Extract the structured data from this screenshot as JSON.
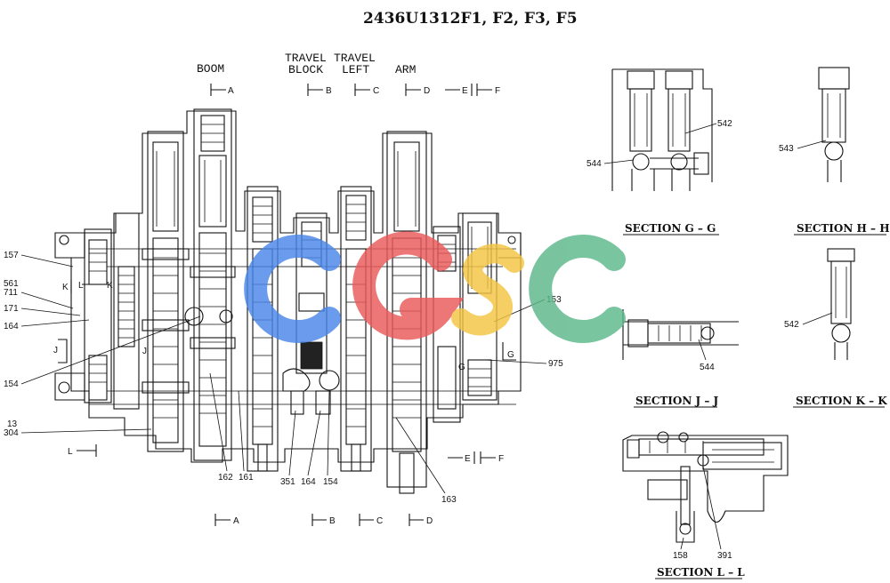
{
  "title": "2436U1312F1, F2, F3, F5",
  "function_labels": {
    "boom": "BOOM",
    "travel_block_1": "TRAVEL",
    "travel_block_2": "BLOCK",
    "travel_left_1": "TRAVEL",
    "travel_left_2": "LEFT",
    "arm": "ARM"
  },
  "section_markers_top": [
    "A",
    "B",
    "C",
    "D",
    "E",
    "F"
  ],
  "section_markers_bottom": [
    "A",
    "B",
    "C",
    "D"
  ],
  "section_markers_mid": [
    "E",
    "F",
    "L"
  ],
  "side_markers": [
    "K",
    "K",
    "J",
    "J",
    "G",
    "G"
  ],
  "part_numbers": {
    "p157": "157",
    "p561": "561",
    "p711": "711",
    "p171": "171",
    "p164a": "164",
    "p154a": "154",
    "p13": "13",
    "p304": "304",
    "p162": "162",
    "p161": "161",
    "p351": "351",
    "p164b": "164",
    "p154b": "154",
    "p163": "163",
    "p153": "153",
    "p975": "975",
    "p544a": "544",
    "p542a": "542",
    "p543": "543",
    "p542b": "542",
    "p544b": "544",
    "p158": "158",
    "p391": "391"
  },
  "sections": {
    "gg": "SECTION G – G",
    "hh": "SECTION H – H",
    "jj": "SECTION J – J",
    "kk": "SECTION K – K",
    "ll": "SECTION L – L"
  },
  "watermark": {
    "text": "CGSC",
    "colors": [
      "#4a86e8",
      "#ea5a5a",
      "#f4c542",
      "#5cb88a"
    ]
  }
}
